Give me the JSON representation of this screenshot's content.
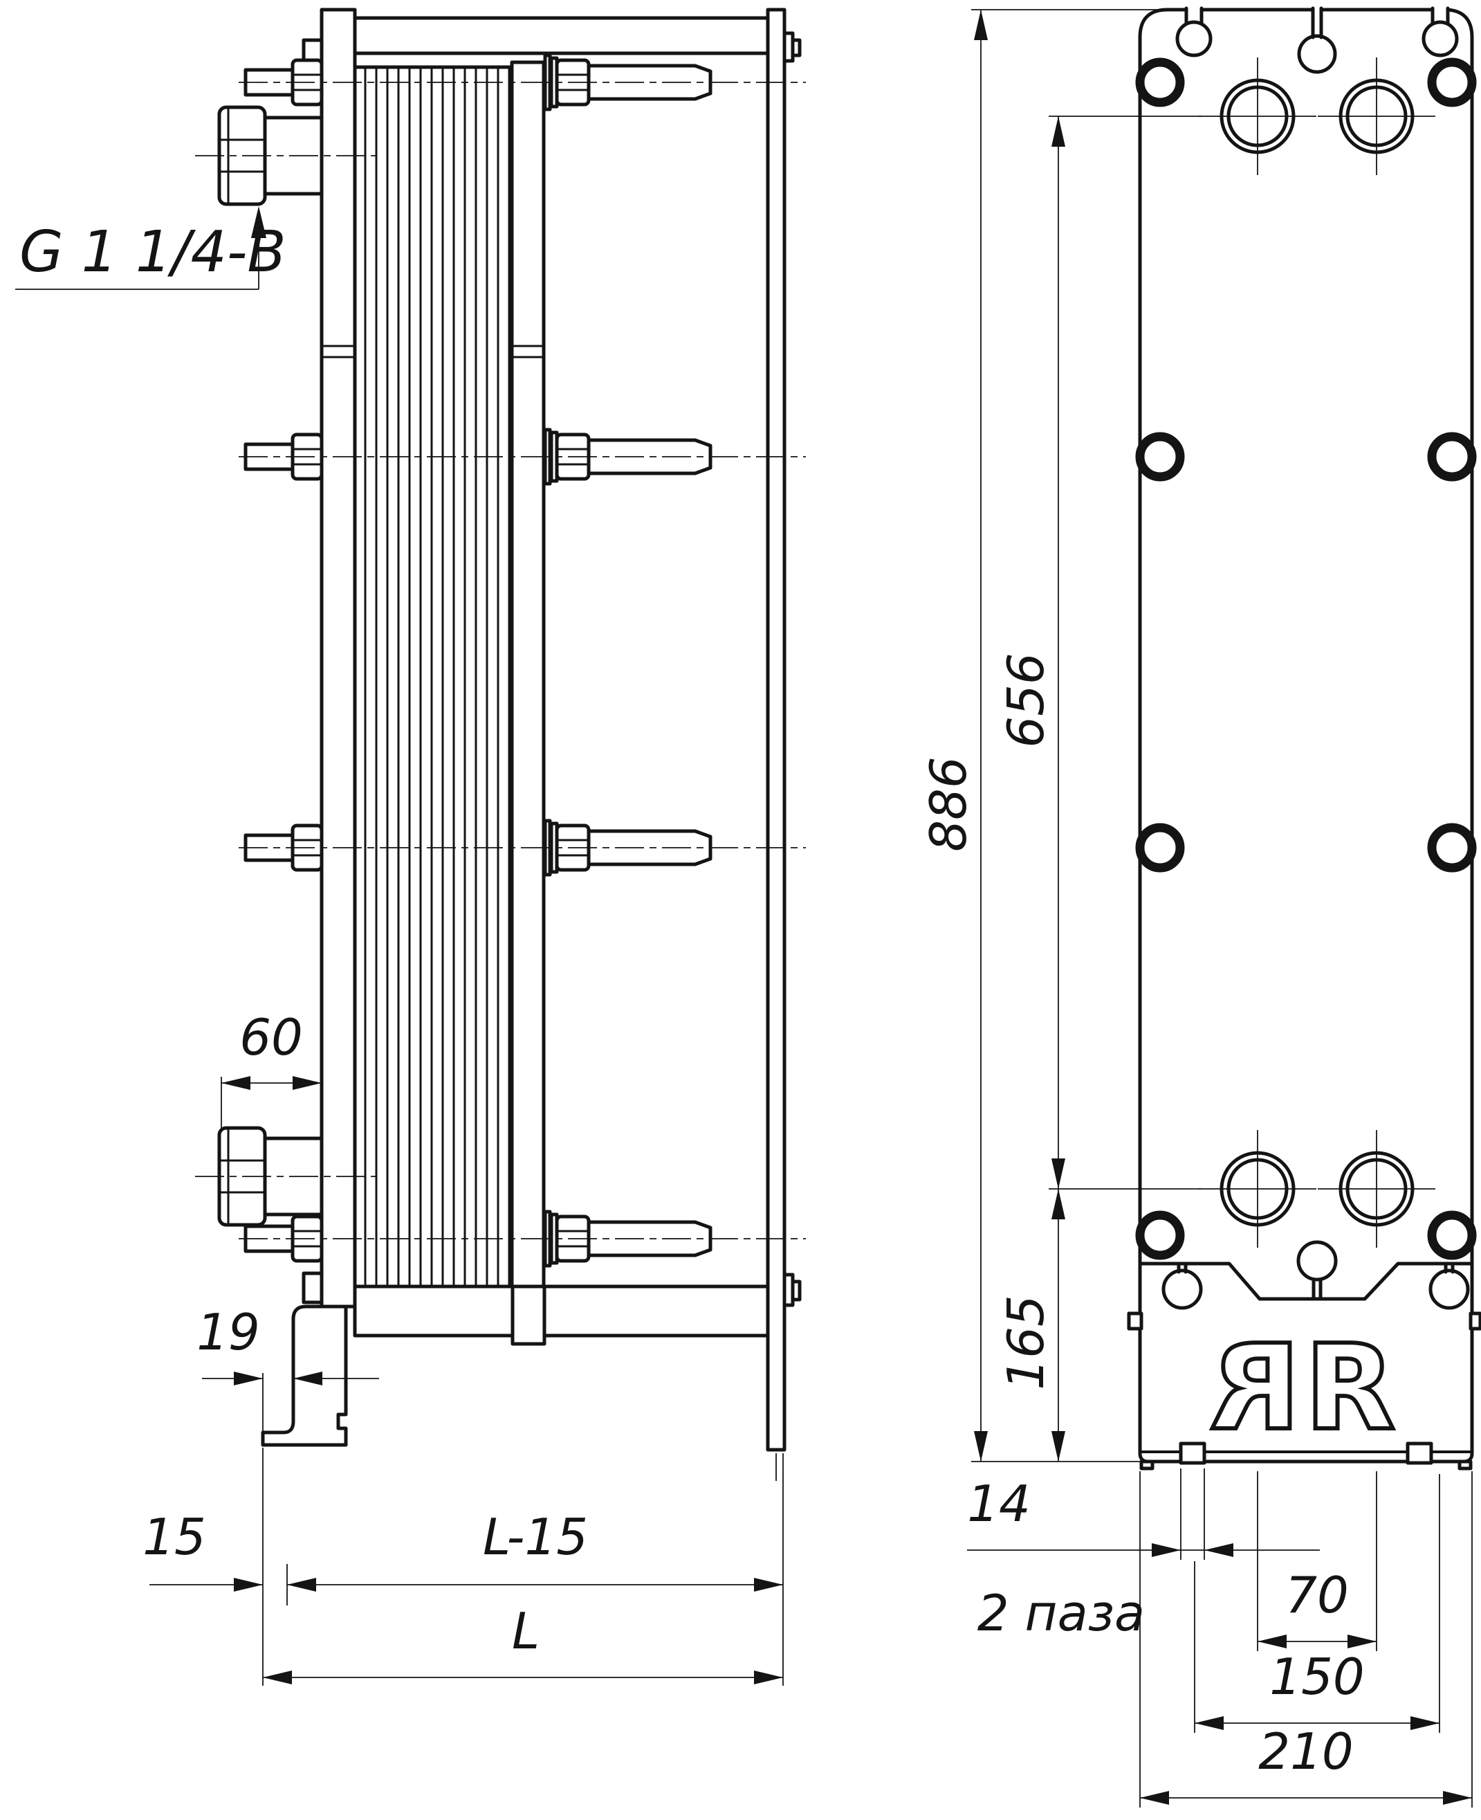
{
  "labels": {
    "thread_callout": "G 1 1/4-B",
    "dim_pipe_offset": "60",
    "dim_foot_flange": "19",
    "dim_foot_front": "15",
    "dim_frame_minus": "L-15",
    "dim_frame_length": "L",
    "dim_plate_height": "886",
    "dim_port_vertical": "656",
    "dim_port_bottom": "165",
    "dim_slot_width": "14",
    "note_slots": "2 паза",
    "dim_port_spacing": "70",
    "dim_hole_spacing": "150",
    "dim_plate_width": "210",
    "logo_glyph": "R"
  }
}
